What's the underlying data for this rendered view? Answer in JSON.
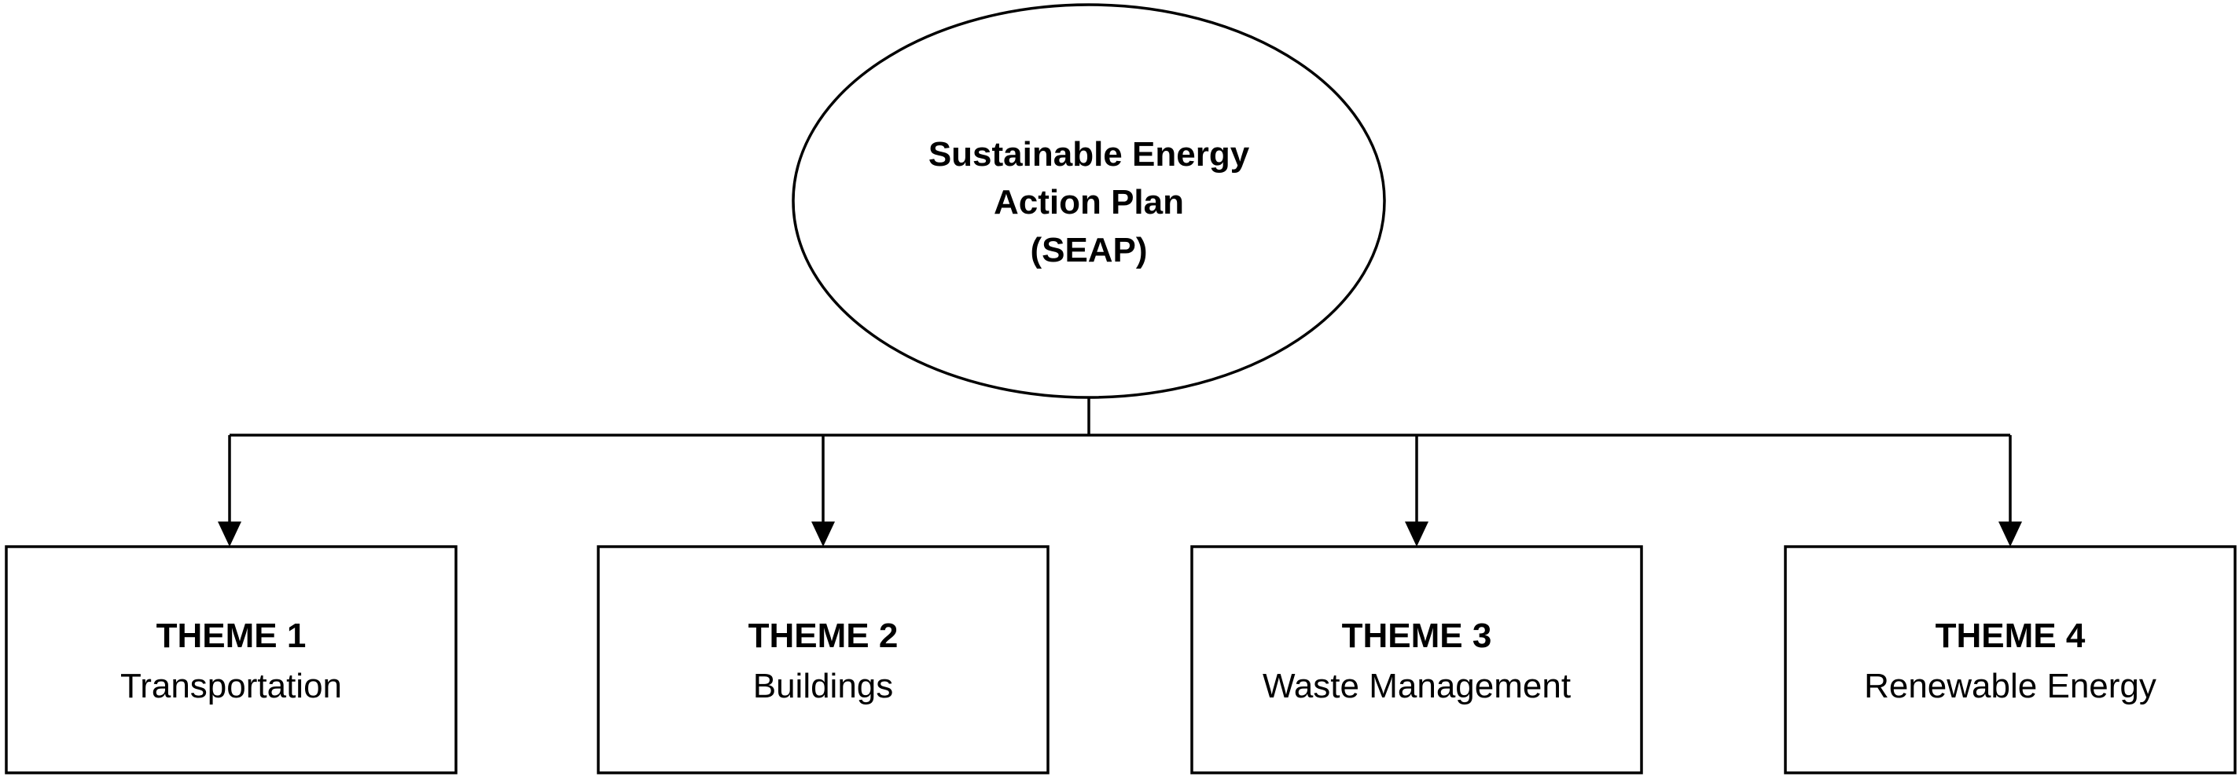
{
  "root": {
    "lines": [
      "Sustainable Energy",
      "Action Plan",
      "(SEAP)"
    ]
  },
  "themes": [
    {
      "title": "THEME 1",
      "name": "Transportation"
    },
    {
      "title": "THEME 2",
      "name": "Buildings"
    },
    {
      "title": "THEME 3",
      "name": "Waste Management"
    },
    {
      "title": "THEME 4",
      "name": "Renewable Energy"
    }
  ]
}
